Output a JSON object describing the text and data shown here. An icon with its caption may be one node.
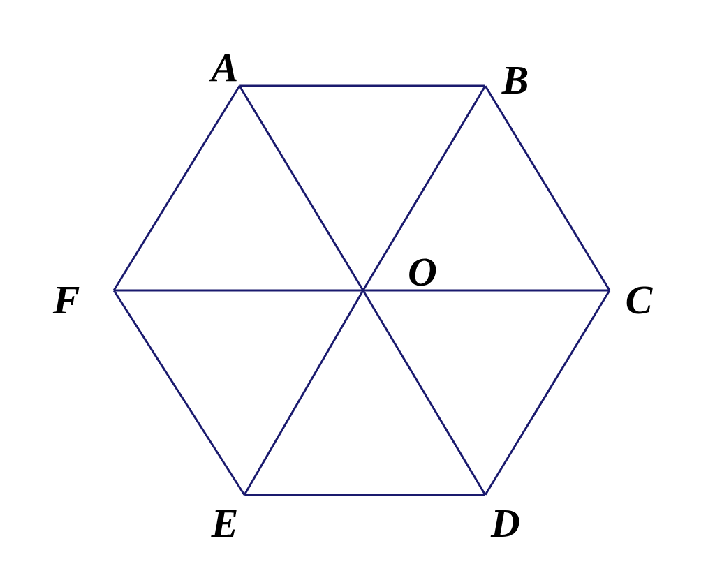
{
  "diagram": {
    "nodes": [
      {
        "text": [
          "A"
        ]
      },
      {
        "text": [
          "B"
        ]
      },
      {
        "text": [
          "C"
        ]
      },
      {
        "text": [
          "D"
        ]
      },
      {
        "text": [
          "E"
        ]
      },
      {
        "text": [
          "F"
        ]
      },
      {
        "text": [
          "O"
        ]
      }
    ],
    "edges": [
      {
        "from": 0,
        "to": 1,
        "arrow": "none"
      },
      {
        "from": 1,
        "to": 2,
        "arrow": "none"
      },
      {
        "from": 2,
        "to": 3,
        "arrow": "none"
      },
      {
        "from": 3,
        "to": 4,
        "arrow": "none"
      },
      {
        "from": 4,
        "to": 5,
        "arrow": "none"
      },
      {
        "from": 5,
        "to": 0,
        "arrow": "none"
      },
      {
        "from": 0,
        "to": 6,
        "arrow": "none"
      },
      {
        "from": 6,
        "to": 3,
        "arrow": "none"
      },
      {
        "from": 1,
        "to": 6,
        "arrow": "none"
      },
      {
        "from": 6,
        "to": 4,
        "arrow": "none"
      },
      {
        "from": 5,
        "to": 6,
        "arrow": "none"
      },
      {
        "from": 6,
        "to": 2,
        "arrow": "none"
      }
    ]
  }
}
